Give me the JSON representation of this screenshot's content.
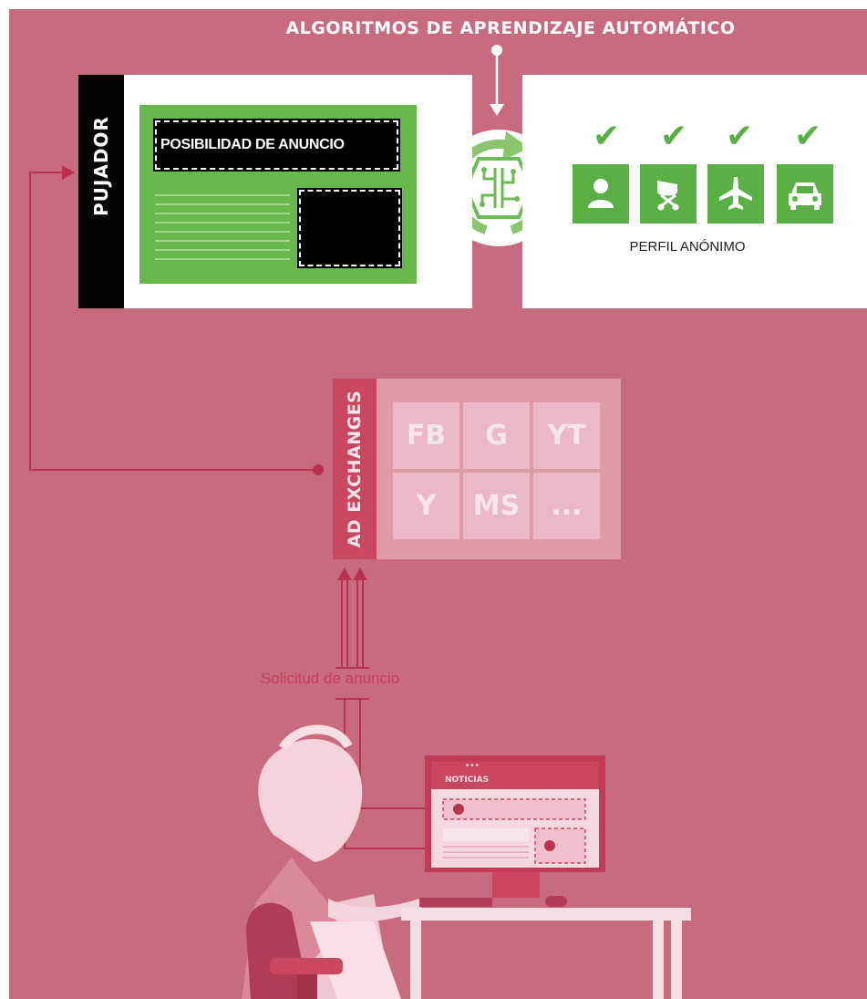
{
  "title": "ALGORITMOS DE APRENDIZAJE AUTOMÁTICO",
  "bidder": {
    "label": "PUJADOR",
    "ad_opportunity": "POSIBILIDAD DE ANUNCIO"
  },
  "profile": {
    "label": "PERFIL ANÓNIMO",
    "interests": [
      {
        "icon": "person-icon"
      },
      {
        "icon": "stroller-icon"
      },
      {
        "icon": "airplane-icon"
      },
      {
        "icon": "car-icon"
      }
    ]
  },
  "exchanges": {
    "label": "AD EXCHANGES",
    "cells": [
      "FB",
      "G",
      "YT",
      "Y",
      "MS",
      "..."
    ]
  },
  "request_label": "Solicitud de anuncio",
  "screen": {
    "header_label": "NOTICIAS",
    "dots": "•••"
  },
  "colors": {
    "background": "#c96b7f",
    "green": "#5ab044",
    "dark_red": "#c9475f",
    "line_red": "#b8344e"
  }
}
